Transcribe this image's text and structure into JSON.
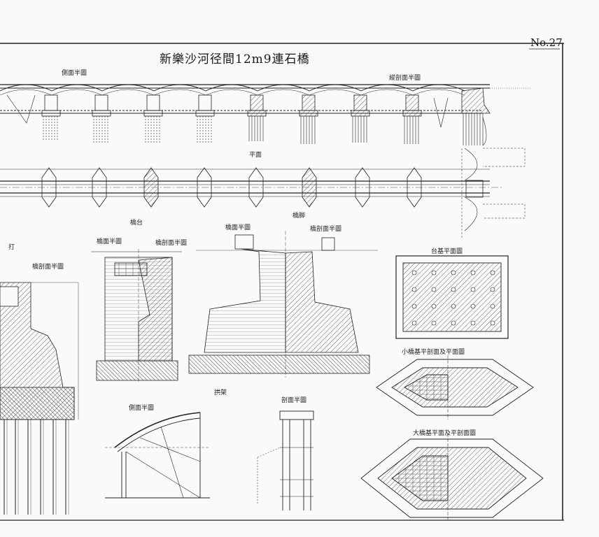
{
  "plate_no": "No.27",
  "title": "新樂沙河径間12m9連石橋",
  "labels": {
    "side_elevation": "側面半圖",
    "longitudinal_section": "縱剖面半圖",
    "plan": "平面",
    "abutment": "橋台",
    "pier": "橋脚",
    "abut_elevation": "橋面半圖",
    "abut_section": "橋剖面半圖",
    "pier_elevation": "橋面半圖",
    "pier_section": "橋剖面半圖",
    "left_section": "橋剖面半圖",
    "left_cut": "打",
    "footing_plan": "台基平面圖",
    "small_pier_footing": "小橋基平剖面及平面圖",
    "large_pier_footing": "大橋基平面及平剖面圖",
    "centering": "拱架",
    "centering_side": "側面半圖",
    "centering_section": "剖面半圖"
  }
}
